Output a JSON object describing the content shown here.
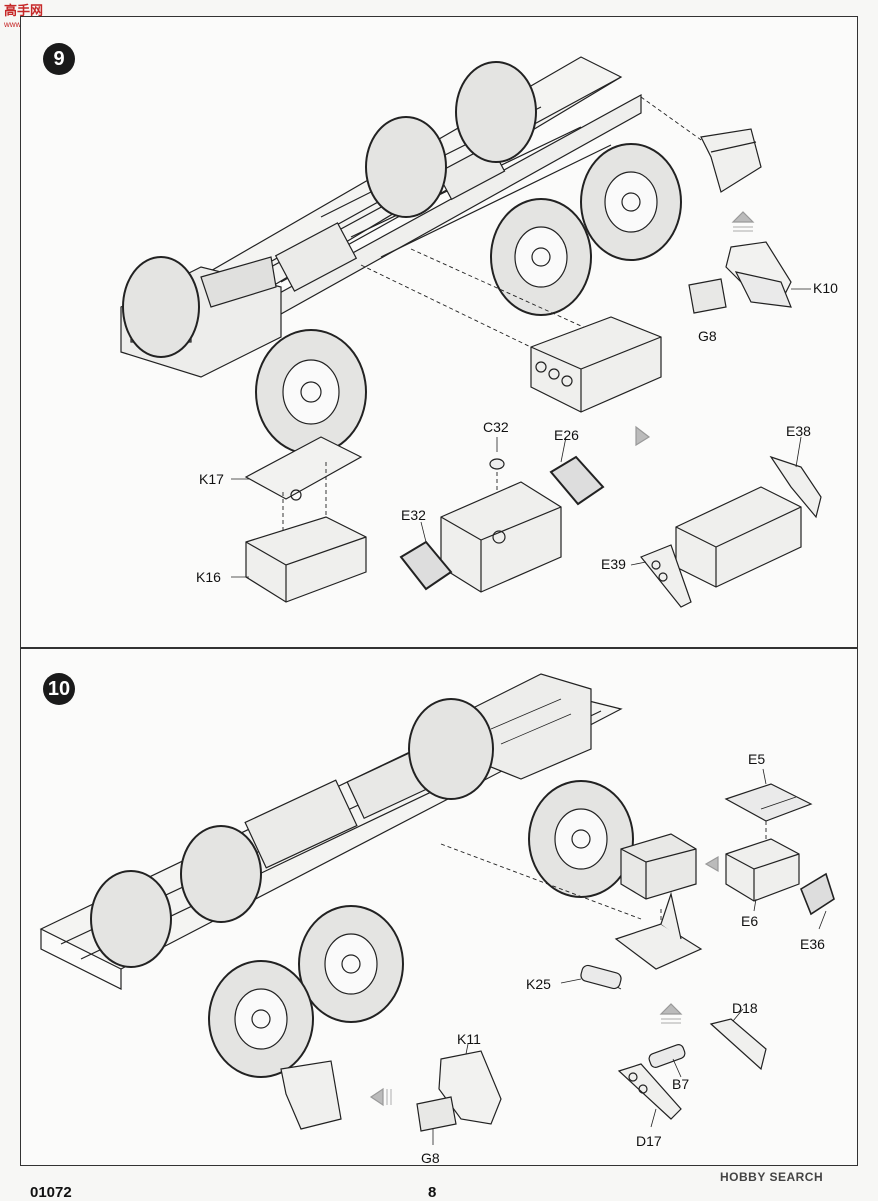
{
  "watermark": {
    "text": "高手网",
    "sub": "www.gaoshou.com"
  },
  "step9": {
    "number": "9",
    "parts": {
      "k10": "K10",
      "g8": "G8",
      "k17": "K17",
      "k16": "K16",
      "c32": "C32",
      "e26": "E26",
      "e32": "E32",
      "e38": "E38",
      "e39": "E39"
    }
  },
  "step10": {
    "number": "10",
    "parts": {
      "e5": "E5",
      "e6": "E6",
      "e36": "E36",
      "k25": "K25",
      "d18": "D18",
      "b7": "B7",
      "d17": "D17",
      "k11": "K11",
      "g8": "G8"
    }
  },
  "footer": {
    "code": "01072",
    "page": "8",
    "logo": "HOBBY SEARCH"
  }
}
